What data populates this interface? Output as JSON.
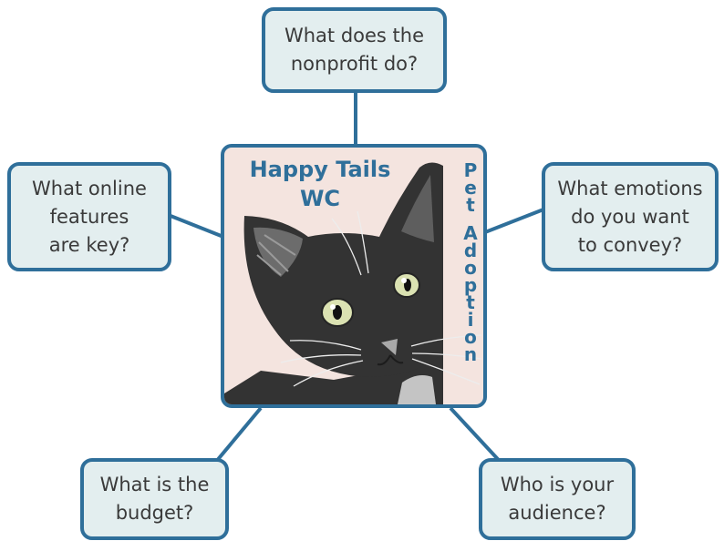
{
  "colors": {
    "accent": "#2f6f9a",
    "box_fill": "#e3eeef",
    "card_fill": "#f4e4df",
    "text": "#3a3a3a",
    "cat": "#333333"
  },
  "center": {
    "brand_name": "Happy Tails",
    "brand_sub": "WC",
    "tagline": "Pet Adoption",
    "image_icon": "black-cat-illustration"
  },
  "questions": {
    "top": "What does the\nnonprofit do?",
    "left": "What online\nfeatures\nare key?",
    "right": "What emotions\ndo you want\nto convey?",
    "bottom_left": "What is the\nbudget?",
    "bottom_right": "Who is your\naudience?"
  }
}
